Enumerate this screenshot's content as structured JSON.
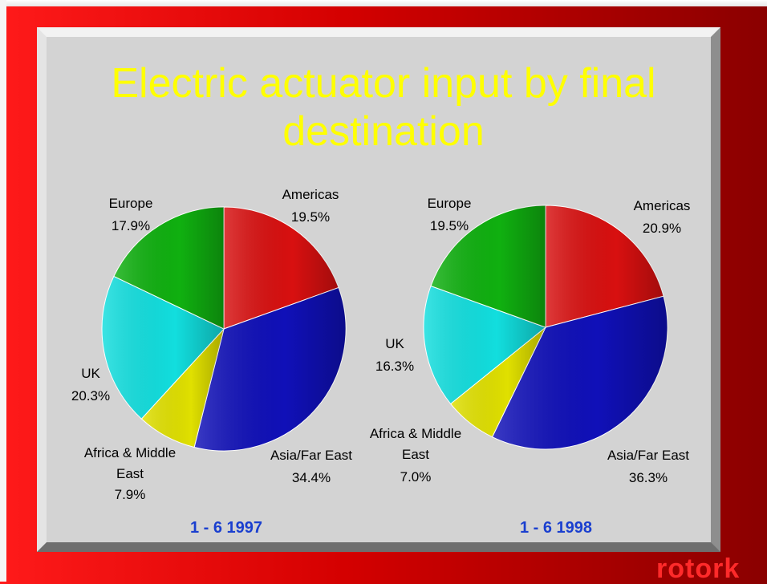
{
  "title": "Electric actuator input by final destination",
  "brand": "rotork",
  "chart_data": [
    {
      "type": "pie",
      "period": "1 - 6  1997",
      "slices": [
        {
          "label": "Americas",
          "value": 19.5,
          "pct": "19.5%",
          "color": "#d81010"
        },
        {
          "label": "Asia/Far East",
          "value": 34.4,
          "pct": "34.4%",
          "color": "#1010b8"
        },
        {
          "label": "Africa & Middle East",
          "value": 7.9,
          "pct": "7.9%",
          "color": "#e0e000"
        },
        {
          "label": "UK",
          "value": 20.3,
          "pct": "20.3%",
          "color": "#12dede"
        },
        {
          "label": "Europe",
          "value": 17.9,
          "pct": "17.9%",
          "color": "#10b010"
        }
      ]
    },
    {
      "type": "pie",
      "period": "1 - 6  1998",
      "slices": [
        {
          "label": "Americas",
          "value": 20.9,
          "pct": "20.9%",
          "color": "#d81010"
        },
        {
          "label": "Asia/Far East",
          "value": 36.3,
          "pct": "36.3%",
          "color": "#1010b8"
        },
        {
          "label": "Africa & Middle East",
          "value": 7.0,
          "pct": "7.0%",
          "color": "#e0e000"
        },
        {
          "label": "UK",
          "value": 16.3,
          "pct": "16.3%",
          "color": "#12dede"
        },
        {
          "label": "Europe",
          "value": 19.5,
          "pct": "19.5%",
          "color": "#10b010"
        }
      ]
    }
  ]
}
